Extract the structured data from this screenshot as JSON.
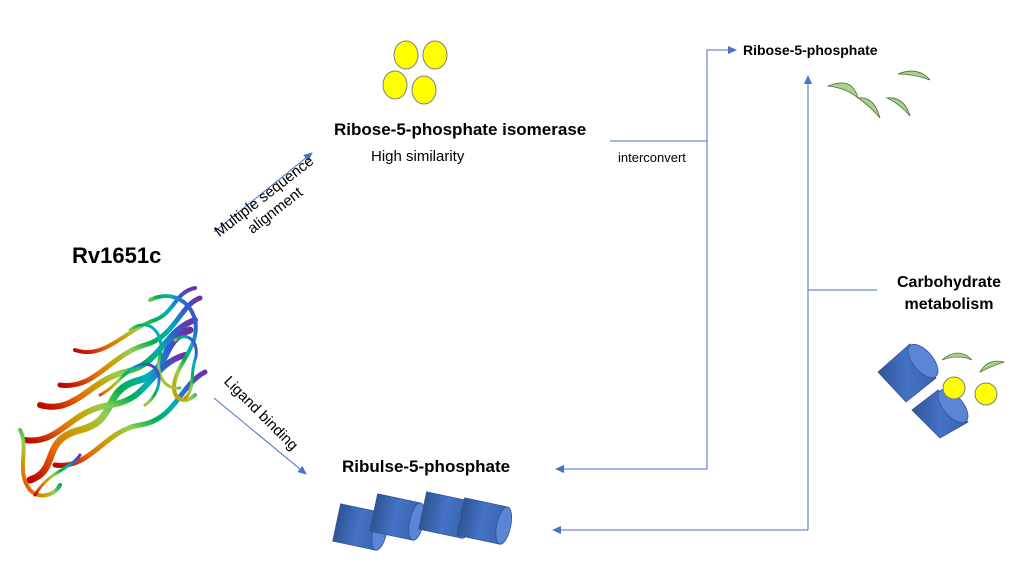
{
  "protein": {
    "name": "Rv1651c"
  },
  "isomerase": {
    "title": "Ribose-5-phosphate isomerase",
    "subtitle": "High similarity"
  },
  "edges": {
    "msa_line1": "Multiple sequence",
    "msa_line2": "alignment",
    "ligand": "Ligand binding",
    "interconvert": "interconvert"
  },
  "products": {
    "ribose": "Ribose-5-phosphate",
    "ribulose": "Ribulse-5-phosphate"
  },
  "pathway": {
    "line1": "Carbohydrate",
    "line2": "metabolism"
  },
  "colors": {
    "arrow": "#4472c4",
    "yellow": "#ffff00",
    "green": "#a9d18e",
    "blue": "#4472c4"
  }
}
